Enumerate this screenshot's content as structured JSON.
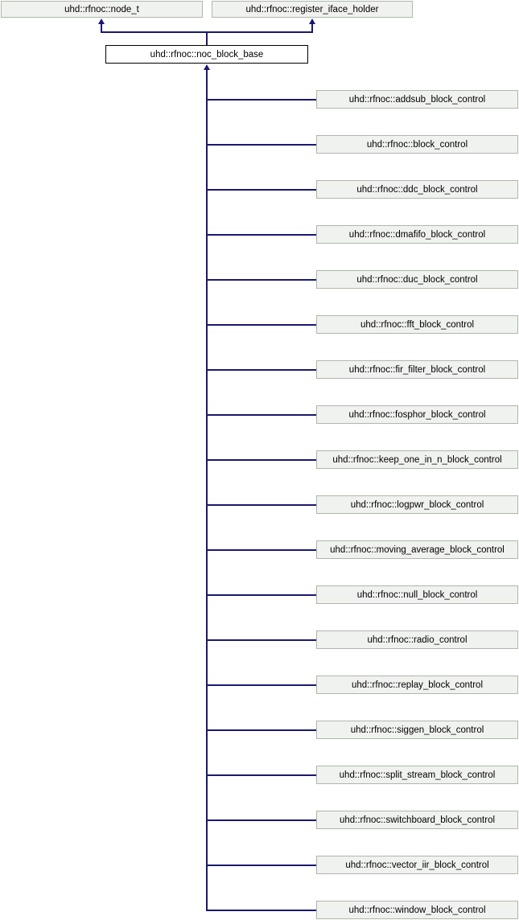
{
  "diagram": {
    "type": "class-inheritance-graph",
    "colors": {
      "edge": "#191970",
      "node_fill": "#f0f2ef",
      "node_border": "#aeb8ab",
      "focus_fill": "#ffffff",
      "focus_border": "#000000",
      "text": "#000000",
      "background": "#ffffff"
    },
    "base_classes": [
      {
        "label": "uhd::rfnoc::node_t"
      },
      {
        "label": "uhd::rfnoc::register_iface_holder"
      }
    ],
    "focus_class": {
      "label": "uhd::rfnoc::noc_block_base"
    },
    "derived_classes": [
      {
        "label": "uhd::rfnoc::addsub_block_control"
      },
      {
        "label": "uhd::rfnoc::block_control"
      },
      {
        "label": "uhd::rfnoc::ddc_block_control"
      },
      {
        "label": "uhd::rfnoc::dmafifo_block_control"
      },
      {
        "label": "uhd::rfnoc::duc_block_control"
      },
      {
        "label": "uhd::rfnoc::fft_block_control"
      },
      {
        "label": "uhd::rfnoc::fir_filter_block_control"
      },
      {
        "label": "uhd::rfnoc::fosphor_block_control"
      },
      {
        "label": "uhd::rfnoc::keep_one_in_n_block_control"
      },
      {
        "label": "uhd::rfnoc::logpwr_block_control"
      },
      {
        "label": "uhd::rfnoc::moving_average_block_control"
      },
      {
        "label": "uhd::rfnoc::null_block_control"
      },
      {
        "label": "uhd::rfnoc::radio_control"
      },
      {
        "label": "uhd::rfnoc::replay_block_control"
      },
      {
        "label": "uhd::rfnoc::siggen_block_control"
      },
      {
        "label": "uhd::rfnoc::split_stream_block_control"
      },
      {
        "label": "uhd::rfnoc::switchboard_block_control"
      },
      {
        "label": "uhd::rfnoc::vector_iir_block_control"
      },
      {
        "label": "uhd::rfnoc::window_block_control"
      }
    ]
  }
}
